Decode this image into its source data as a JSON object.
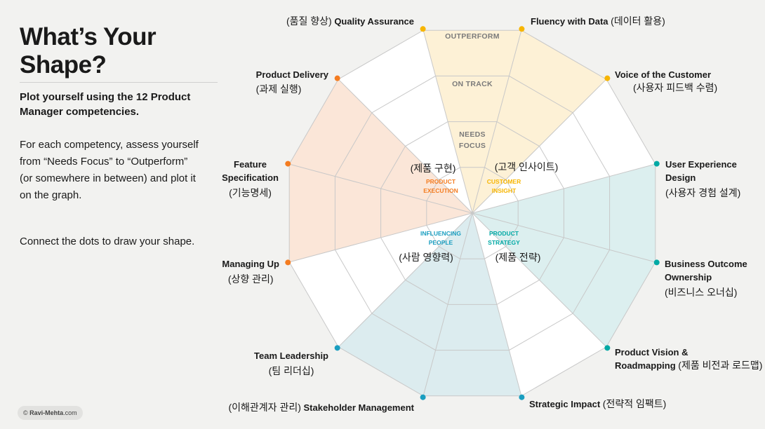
{
  "title_line1": "What’s Your",
  "title_line2": "Shape?",
  "subtitle": "Plot yourself using the 12 Product Manager competencies.",
  "description": "For each competency, assess yourself from “Needs Focus” to “Outperform” (or somewhere in between) and plot it on the graph.",
  "description2": "Connect the dots to draw your shape.",
  "credit": "Ravi-Mehta",
  "credit_tld": ".com",
  "credit_symbol": "©",
  "rings": {
    "outer": "OUTPERFORM",
    "middle": "ON TRACK",
    "inner_line1": "NEEDS",
    "inner_line2": "FOCUS"
  },
  "groups": {
    "execution": {
      "line1": "PRODUCT",
      "line2": "EXECUTION",
      "ko": "(제품 구현)",
      "color": "#f47c20",
      "fill": "#fbe6d8"
    },
    "insight": {
      "line1": "CUSTOMER",
      "line2": "INSIGHT",
      "ko": "(고객 인사이트)",
      "color": "#f7b500",
      "fill": "#fdf1d6"
    },
    "strategy": {
      "line1": "PRODUCT",
      "line2": "STRATEGY",
      "ko": "(제품 전략)",
      "color": "#00a9a5",
      "fill": "#dcefef"
    },
    "influencing": {
      "line1": "INFLUENCING",
      "line2": "PEOPLE",
      "ko": "(사람 영향력)",
      "color": "#1a9ec0",
      "fill": "#dcecef"
    }
  },
  "competencies": {
    "fluency": {
      "en": "Fluency with Data",
      "ko": "(데이터 활용)"
    },
    "voice": {
      "en": "Voice of the Customer",
      "ko": "(사용자 피드백 수렴)"
    },
    "ux_line1": "User Experience",
    "ux_line2": "Design",
    "ux_ko": "(사용자 경험 설계)",
    "business_line1": "Business Outcome",
    "business_line2": "Ownership",
    "business_ko": "(비즈니스 오너십)",
    "vision_line1": "Product Vision &",
    "vision_line2": "Roadmapping",
    "vision_ko": "(제품 비전과 로드맵)",
    "strategic": {
      "en": "Strategic Impact",
      "ko": "(전략적 임팩트)"
    },
    "stakeholder": {
      "en": "Stakeholder Management",
      "ko": "(이해관계자 관리)"
    },
    "team": {
      "en": "Team Leadership",
      "ko": "(팀 리더십)"
    },
    "managing": {
      "en": "Managing Up",
      "ko": "(상향 관리)"
    },
    "feature_line1": "Feature",
    "feature_line2": "Specification",
    "feature_ko": "(기능명세)",
    "delivery": {
      "en": "Product Delivery",
      "ko": "(과제 실행)"
    },
    "quality": {
      "en": "Quality Assurance",
      "ko": "(품질 향상)"
    }
  }
}
